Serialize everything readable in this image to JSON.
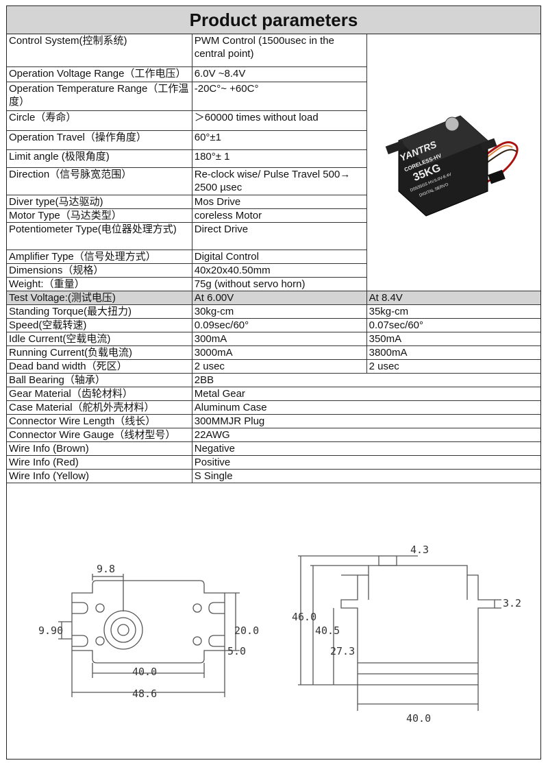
{
  "title": "Product parameters",
  "top_rows": [
    {
      "label": "Control System(控制系统)",
      "value": "PWM Control (1500usec in the central point)"
    },
    {
      "label": "Operation Voltage Range（工作电压）",
      "value": "6.0V ~8.4V"
    },
    {
      "label": "Operation Temperature Range（工作温度）",
      "value": "-20C°~ +60C°"
    },
    {
      "label": "Circle（寿命）",
      "value": "＞60000 times without load"
    },
    {
      "label": "Operation Travel（操作角度）",
      "value": "60°±1"
    },
    {
      "label": "Limit angle (极限角度)",
      "value": "180°± 1"
    },
    {
      "label": "Direction（信号脉宽范围）",
      "value": "Re-clock wise/ Pulse Travel 500→ 2500 µsec"
    },
    {
      "label": "Diver type(马达驱动)",
      "value": "Mos Drive"
    },
    {
      "label": "Motor Type（马达类型）",
      "value": "coreless Motor"
    },
    {
      "label": "Potentiometer Type(电位器处理方式)",
      "value": "Direct Drive"
    },
    {
      "label": "Amplifier Type（信号处理方式）",
      "value": "Digital Control"
    },
    {
      "label": "Dimensions（规格）",
      "value": "40x20x40.50mm"
    },
    {
      "label": "Weight:（重量）",
      "value": "75g (without servo horn)"
    }
  ],
  "test_header": {
    "label": "Test Voltage:(测试电压)",
    "v1": "At 6.00V",
    "v2": "At 8.4V"
  },
  "test_rows": [
    {
      "label": "Standing Torque(最大扭力)",
      "v1": "30kg-cm",
      "v2": "35kg-cm"
    },
    {
      "label": "Speed(空载转速)",
      "v1": "0.09sec/60°",
      "v2": "0.07sec/60°"
    },
    {
      "label": "Idle Current(空载电流)",
      "v1": "300mA",
      "v2": "350mA"
    },
    {
      "label": "Running Current(负载电流)",
      "v1": "3000mA",
      "v2": "3800mA"
    },
    {
      "label": "Dead band width（死区）",
      "v1": "2 usec",
      "v2": "2 usec"
    }
  ],
  "bottom_rows": [
    {
      "label": "Ball Bearing（轴承）",
      "value": "2BB"
    },
    {
      "label": "Gear Material（齿轮材料）",
      "value": "Metal Gear"
    },
    {
      "label": "Case Material（舵机外壳材料）",
      "value": "Aluminum Case"
    },
    {
      "label": "Connector Wire Length（线长）",
      "value": " 300MMJR Plug"
    },
    {
      "label": "Connector Wire Gauge（线材型号）",
      "value": "22AWG"
    },
    {
      "label": "Wire Info (Brown)",
      "value": "Negative"
    },
    {
      "label": "Wire Info (Red)",
      "value": "Positive"
    },
    {
      "label": "Wire Info (Yellow)",
      "value": "S Single"
    }
  ],
  "product_image": {
    "brand": "YANTRS",
    "subtitle": "CORELESS-HV",
    "torque": "35KG",
    "model": "DS535GS HV.6.0V-8.4V",
    "footer": "DIGITAL SERVO"
  },
  "drawing": {
    "top_view": {
      "shaft": "9.8",
      "left": "9.90",
      "height": "20.0",
      "hole": "5.0",
      "body_width": "40.0",
      "total_width": "48.6"
    },
    "side_view": {
      "spline": "4.3",
      "ear": "3.2",
      "total_height": "46.0",
      "body_height": "40.5",
      "ear_height": "27.3",
      "width": "40.0"
    }
  }
}
